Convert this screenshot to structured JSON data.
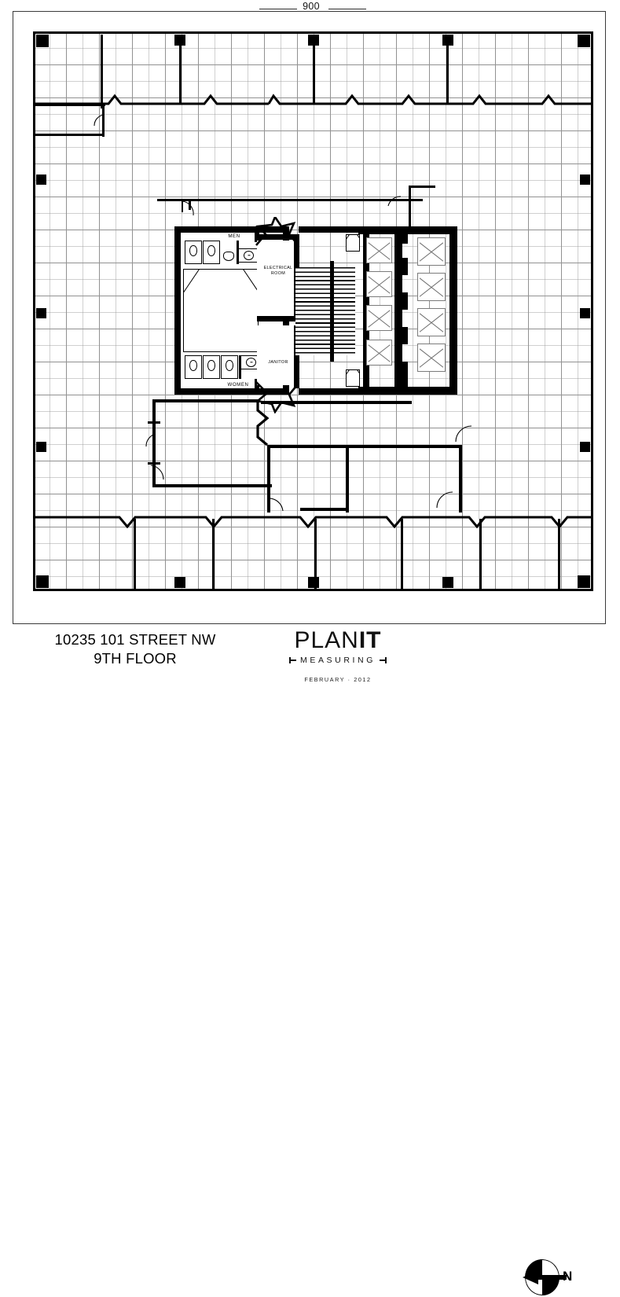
{
  "sheet": {
    "dimension_top": "900"
  },
  "footer": {
    "address_line1": "10235 101 STREET NW",
    "address_line2": "9TH FLOOR",
    "logo_plan": "PLAN",
    "logo_it": "IT",
    "logo_sub": "MEASURING",
    "date": "FEBRUARY · 2012",
    "north_label": "N",
    "north_icon": "north-arrow-icon"
  },
  "plan": {
    "rooms": [
      {
        "name": "men-washroom",
        "label": "MEN"
      },
      {
        "name": "women-washroom",
        "label": "WOMEN"
      },
      {
        "name": "electrical-room",
        "label": "ELECTRICAL\nROOM"
      },
      {
        "name": "janitor-room",
        "label": "JANITOR"
      }
    ],
    "elevator_bank_west_count": 4,
    "elevator_bank_east_count": 4,
    "stair_count": 1,
    "colors": {
      "wall": "#000000",
      "grid": "#8d8d8d",
      "background": "#ffffff",
      "elevator_outline": "#7b7b7b"
    }
  }
}
